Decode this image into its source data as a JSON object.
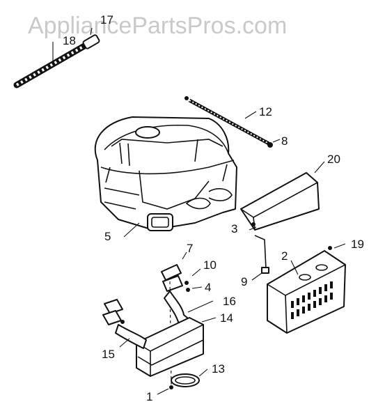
{
  "watermark": "AppliancePartsPros.com",
  "callouts": {
    "c1": "1",
    "c2": "2",
    "c3": "3",
    "c4": "4",
    "c5": "5",
    "c7": "7",
    "c8": "8",
    "c9": "9",
    "c10": "10",
    "c12": "12",
    "c13": "13",
    "c14": "14",
    "c15": "15",
    "c16": "16",
    "c17": "17",
    "c18": "18",
    "c19": "19",
    "c20": "20"
  }
}
